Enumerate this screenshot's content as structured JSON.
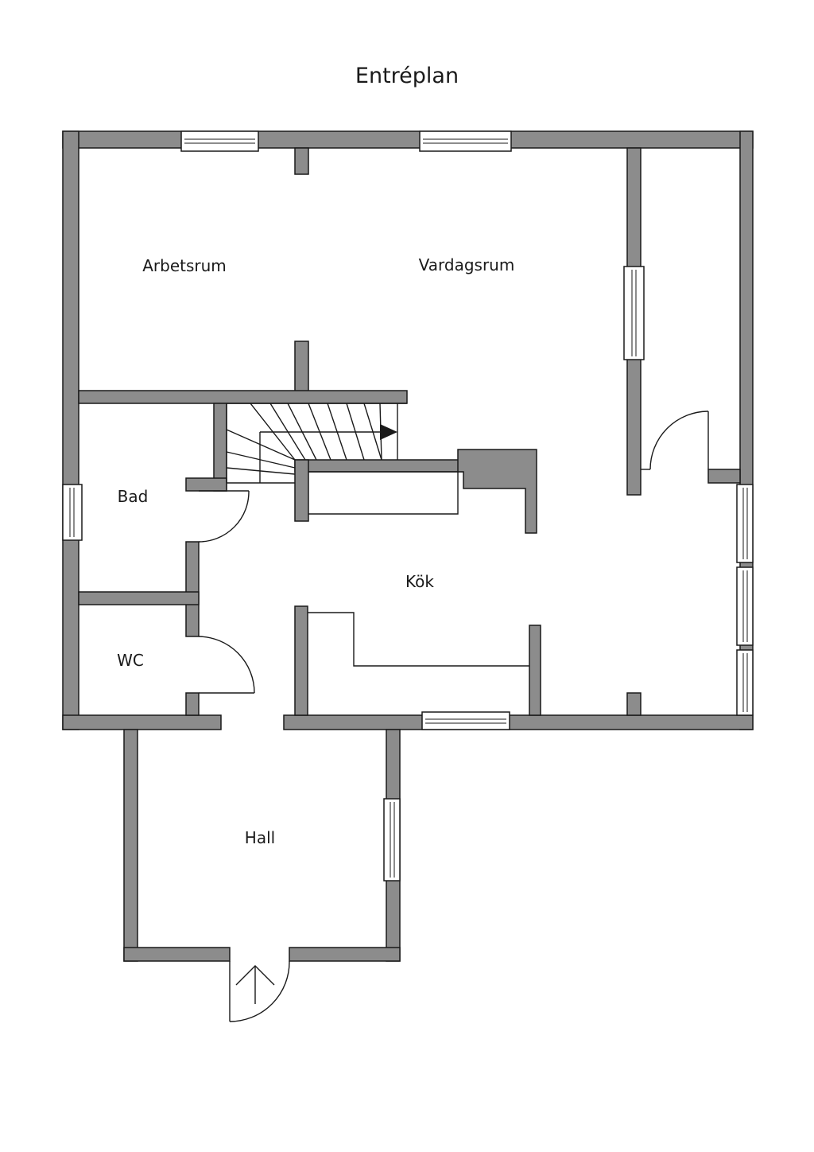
{
  "title": "Entréplan",
  "rooms": {
    "arbetsrum": "Arbetsrum",
    "vardagsrum": "Vardagsrum",
    "bad": "Bad",
    "kok": "Kök",
    "wc": "WC",
    "hall": "Hall"
  },
  "colors": {
    "wall": "#8c8c8c",
    "line": "#1a1a1a",
    "background": "#ffffff"
  }
}
